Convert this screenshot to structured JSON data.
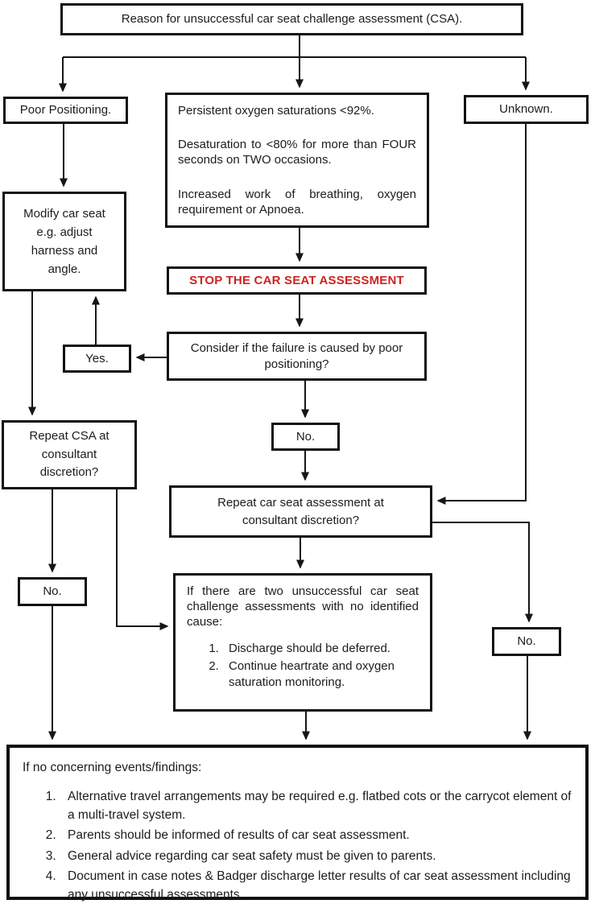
{
  "flowchart": {
    "title_box": "Reason for unsuccessful car seat challenge assessment (CSA).",
    "poor_positioning_box": "Poor Positioning.",
    "criteria_box": {
      "p1": "Persistent oxygen saturations <92%.",
      "p2": "Desaturation to <80% for more than FOUR seconds on TWO occasions.",
      "p3": "Increased work of breathing, oxygen requirement or Apnoea."
    },
    "unknown_box": "Unknown.",
    "modify_box": "Modify car seat\ne.g. adjust\nharness and\nangle.",
    "stop_box": "STOP THE CAR SEAT ASSESSMENT",
    "consider_box": "Consider if the failure is caused by poor\npositioning?",
    "yes_box": "Yes.",
    "no_center_box": "No.",
    "repeat_csa_box": "Repeat CSA at\nconsultant\ndiscretion?",
    "repeat_assessment_box": "Repeat car seat assessment at\nconsultant discretion?",
    "no_left_box": "No.",
    "no_right_box": "No.",
    "two_unsuccessful_box": {
      "intro": "If there are two unsuccessful car seat challenge assessments with no identified cause:",
      "items": [
        "Discharge should be deferred.",
        "Continue heartrate and oxygen saturation monitoring."
      ]
    },
    "final_box": {
      "intro": "If no concerning events/findings:",
      "items": [
        "Alternative travel arrangements may be required e.g. flatbed cots or the carrycot element of a multi-travel system.",
        "Parents should be informed of results of car seat assessment.",
        "General advice regarding car seat safety must be given to parents.",
        "Document in case notes & Badger discharge letter results of car seat assessment including any unsuccessful assessments."
      ]
    },
    "colors": {
      "stop_text": "#cc2420",
      "line": "#161616",
      "border": "#111111",
      "background": "#ffffff"
    }
  }
}
